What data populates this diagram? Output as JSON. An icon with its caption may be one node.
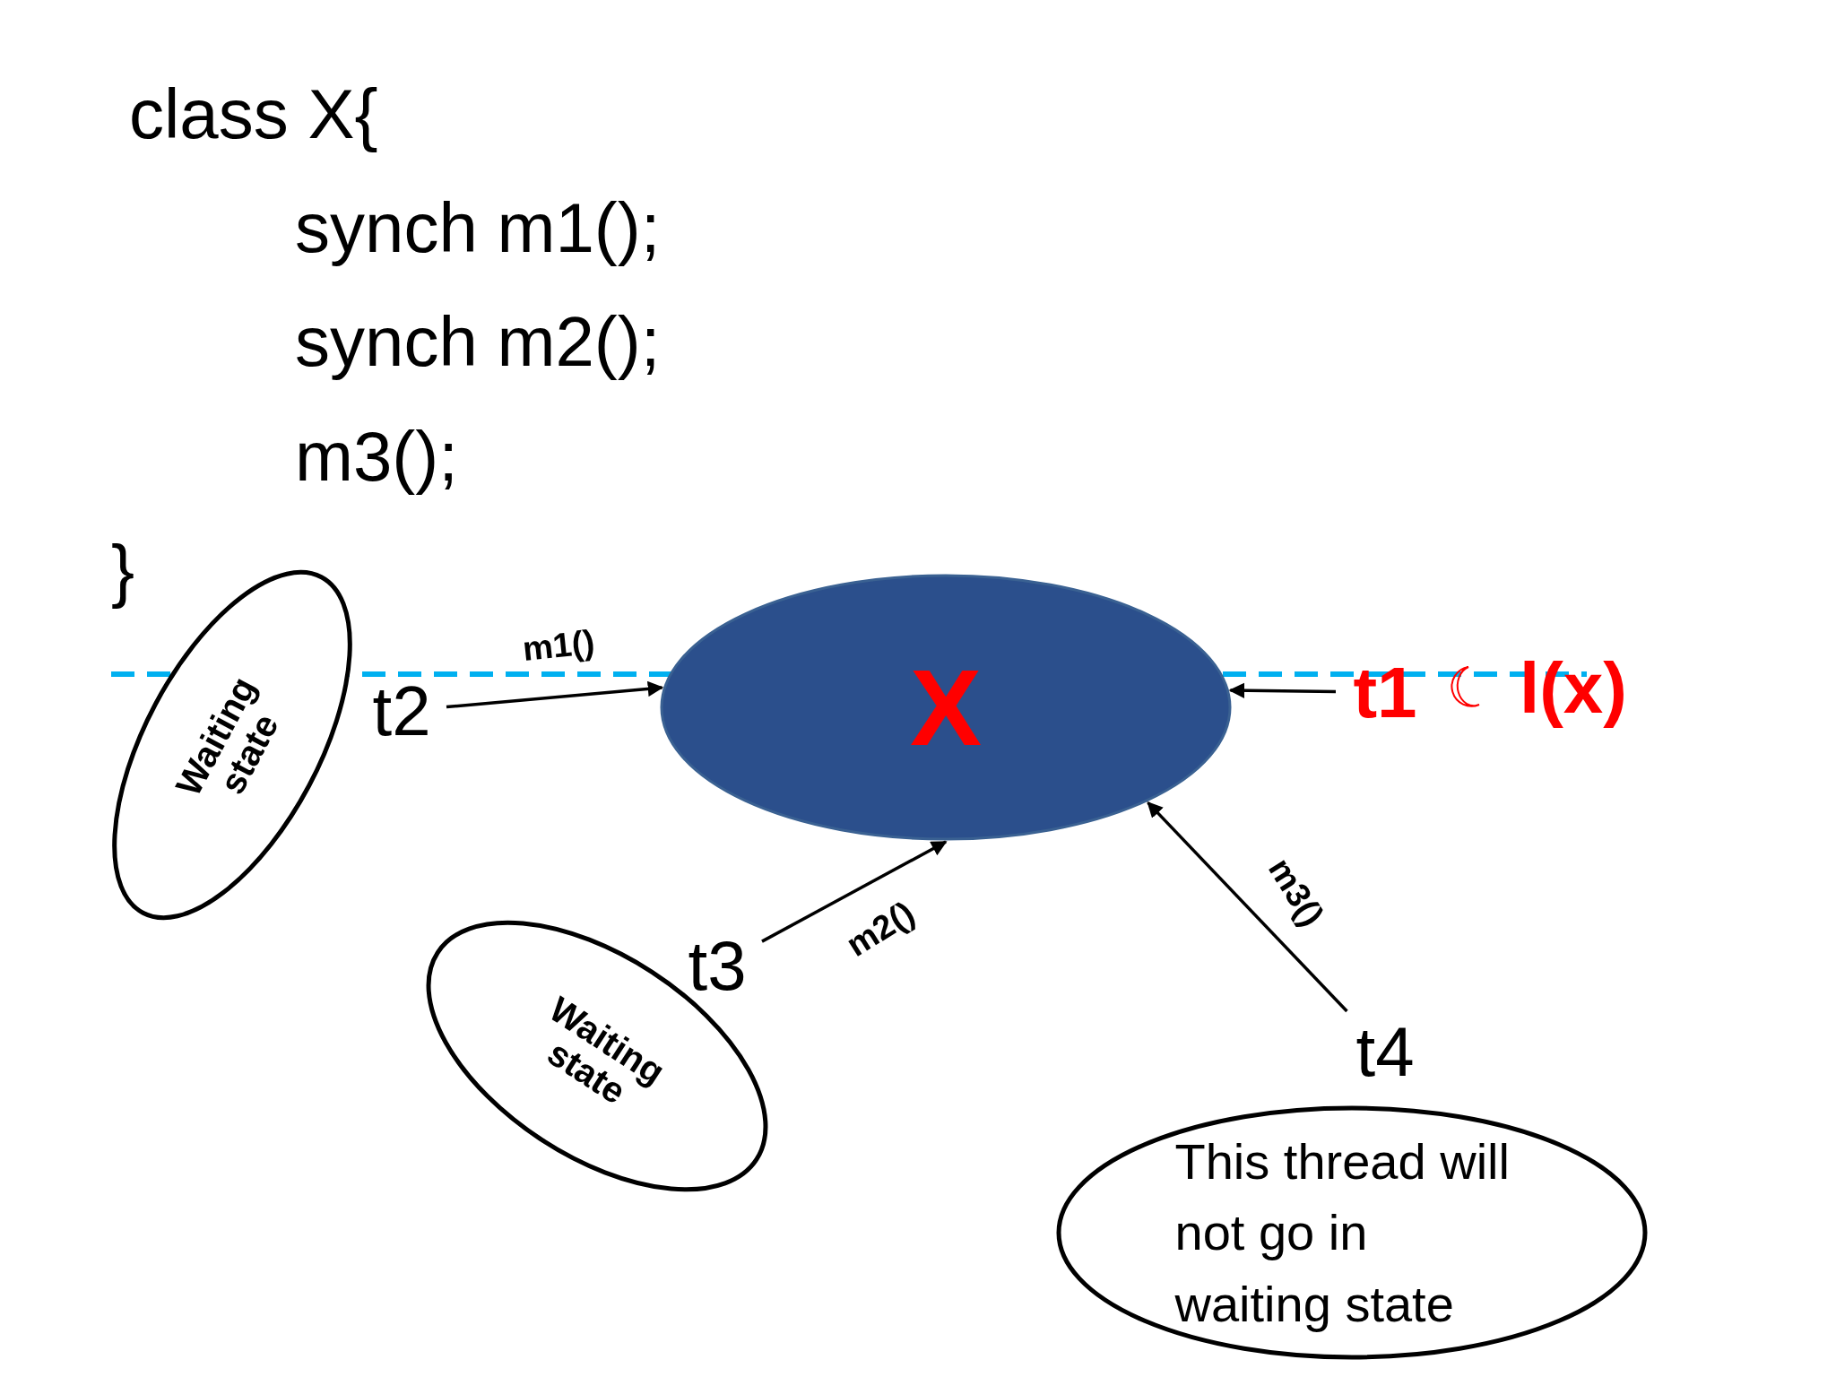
{
  "diagram": {
    "nodes": [
      {
        "text": [
          "X"
        ]
      },
      {
        "text": [
          "t2"
        ]
      },
      {
        "text": [
          "t3"
        ]
      },
      {
        "text": [
          "t4"
        ]
      },
      {
        "text": [
          "t1"
        ]
      },
      {
        "text": [
          "Waiting state"
        ]
      },
      {
        "text": [
          "Waiting state"
        ]
      },
      {
        "text": [
          "This thread will not go in waiting state"
        ]
      }
    ],
    "edges": [
      {
        "from": 1,
        "to": 0,
        "arrow": "to",
        "label": "m1()"
      },
      {
        "from": 2,
        "to": 0,
        "arrow": "to",
        "label": "m2()"
      },
      {
        "from": 3,
        "to": 0,
        "arrow": "to",
        "label": "m3()"
      },
      {
        "from": 4,
        "to": 0,
        "arrow": "to"
      }
    ],
    "labels": [
      "class X{",
      "synch m1();",
      "synch m2();",
      "m3();",
      "}",
      "l(x)"
    ]
  }
}
